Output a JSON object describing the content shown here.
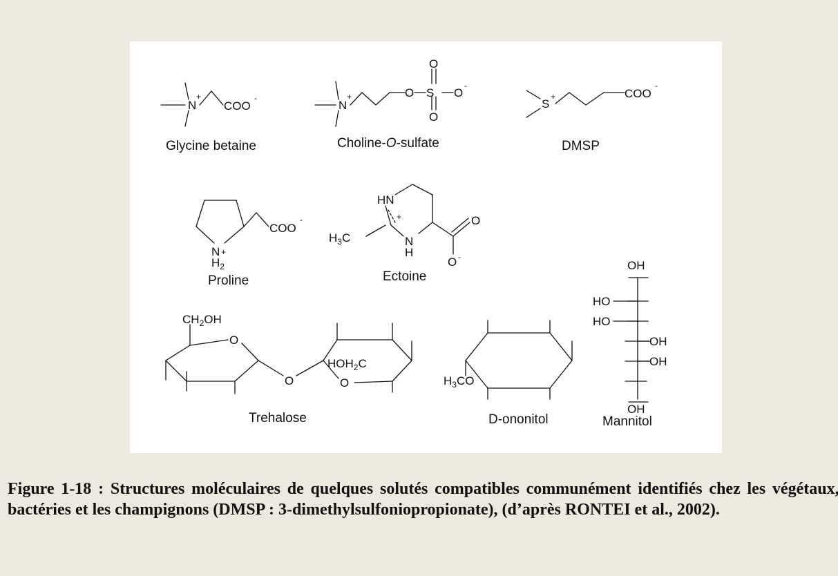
{
  "figure": {
    "molecules": [
      {
        "key": "glycine_betaine",
        "label": "Glycine betaine"
      },
      {
        "key": "choline_o_sulfate",
        "label_prefix": "Choline-",
        "label_italic": "O",
        "label_suffix": "-sulfate"
      },
      {
        "key": "dmsp",
        "label": "DMSP"
      },
      {
        "key": "proline",
        "label": "Proline"
      },
      {
        "key": "ectoine",
        "label": "Ectoine"
      },
      {
        "key": "mannitol",
        "label": "Mannitol"
      },
      {
        "key": "trehalose",
        "label": "Trehalose"
      },
      {
        "key": "d_ononitol",
        "label": "D-ononitol"
      }
    ],
    "atoms": {
      "n": "N",
      "s": "S",
      "o": "O",
      "plus": "+",
      "minus": "-",
      "coo": "COO",
      "oh": "OH",
      "ho": "HO",
      "hn": "HN",
      "h": "H",
      "h3c": "H",
      "h3c_sub": "3",
      "h3c_c": "C",
      "h2": "H",
      "h2_sub": "2",
      "ch2oh_c": "CH",
      "ch2oh_sub": "2",
      "ch2oh_oh": "OH",
      "hoh2c_hoh": "HOH",
      "hoh2c_sub": "2",
      "hoh2c_c": "C",
      "h3co_h": "H",
      "h3co_sub": "3",
      "h3co_co": "CO"
    }
  },
  "caption": {
    "text": "Figure 1-18 : Structures  moléculaires de  quelques solutés compatibles  communément identifiés chez les végétaux, les bactéries et les champignons  (DMSP : 3-dimethylsulfoniopropionate), (d’après RONTEI et al., 2002)."
  }
}
